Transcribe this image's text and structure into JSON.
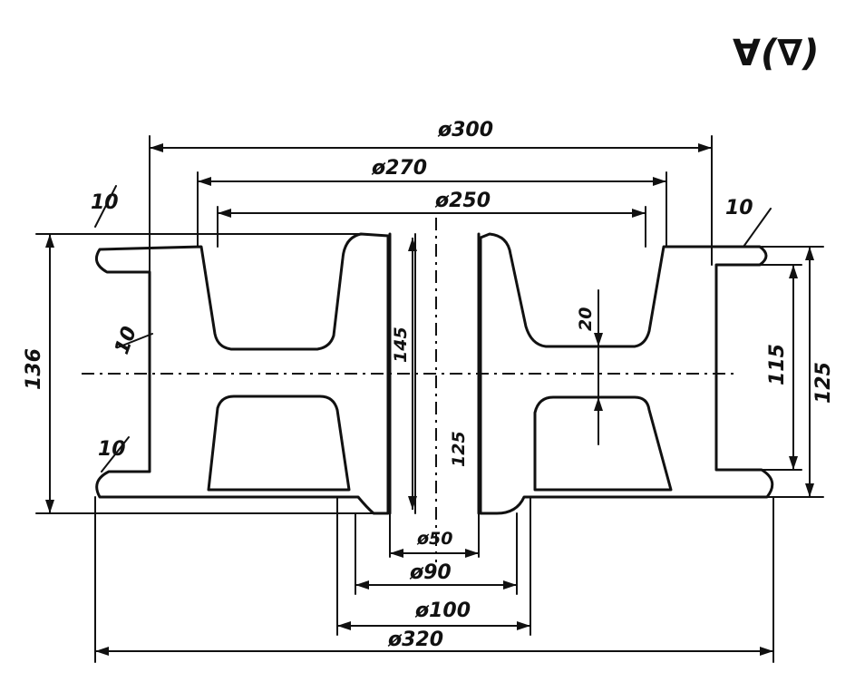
{
  "corner_mark": "∀(∇)",
  "dimensions": {
    "d300": "ø300",
    "d270": "ø270",
    "d250": "ø250",
    "d50": "ø50",
    "d90": "ø90",
    "d100": "ø100",
    "d320": "ø320",
    "h136": "136",
    "h145": "145",
    "h125_inner": "125",
    "h115": "115",
    "h125_right": "125",
    "w20": "20",
    "r10_top_left": "10",
    "r10_mid_left": "10",
    "r10_bottom_left": "10",
    "r10_top_right": "10"
  }
}
